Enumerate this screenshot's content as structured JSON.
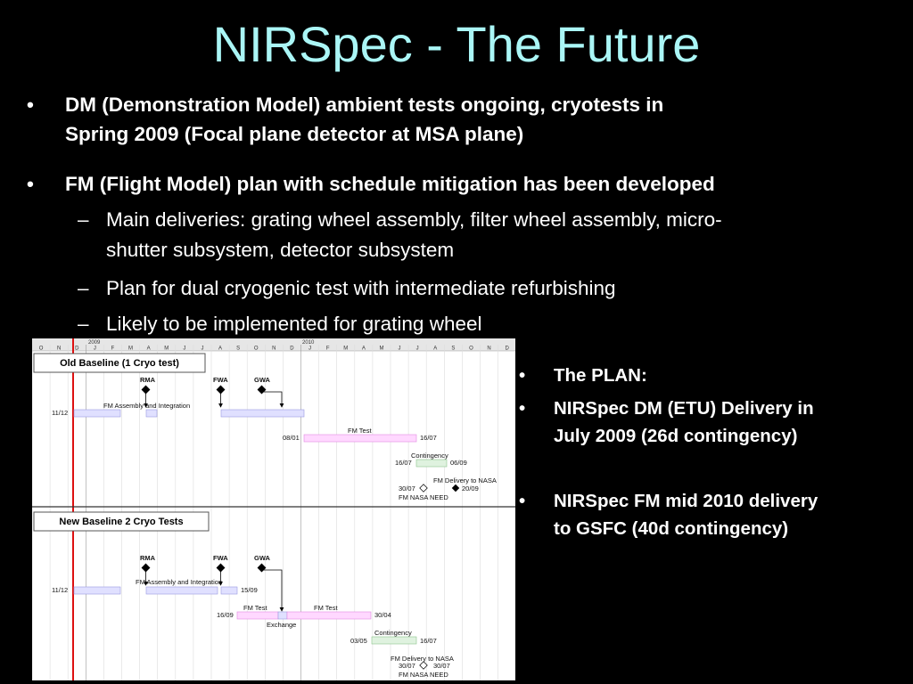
{
  "slide": {
    "title": "NIRSpec - The Future",
    "bullets": [
      {
        "marker": "•",
        "lines": [
          "DM (Demonstration Model) ambient tests ongoing, cryotests in",
          "Spring 2009  (Focal plane detector at MSA plane)"
        ]
      },
      {
        "marker": "•",
        "lines": [
          "FM (Flight Model) plan with schedule mitigation has been  developed"
        ]
      }
    ],
    "sub_bullets": [
      {
        "marker": "–",
        "lines": [
          "Main deliveries: grating wheel assembly, filter wheel assembly, micro-",
          "shutter subsystem, detector subsystem"
        ]
      },
      {
        "marker": "–",
        "lines": [
          "Plan for dual cryogenic test with intermediate refurbishing"
        ]
      },
      {
        "marker": "–",
        "lines": [
          "Likely to be implemented for grating wheel"
        ]
      }
    ],
    "side_bullets": [
      {
        "marker": "•",
        "lines": [
          "The PLAN:"
        ]
      },
      {
        "marker": "•",
        "lines": [
          "NIRSpec DM (ETU) Delivery in",
          "July 2009 (26d contingency)"
        ]
      },
      {
        "marker": "•",
        "lines": [
          "NIRSpec FM  mid 2010 delivery",
          "to GSFC (40d contingency)"
        ]
      }
    ]
  },
  "gantt": {
    "months": [
      "O",
      "N",
      "D",
      "J",
      "F",
      "M",
      "A",
      "M",
      "J",
      "J",
      "A",
      "S",
      "O",
      "N",
      "D",
      "J",
      "F",
      "M",
      "A",
      "M",
      "J",
      "J",
      "A",
      "S",
      "O",
      "N",
      "D"
    ],
    "years": [
      "2009",
      "2010"
    ],
    "old": {
      "box": "Old Baseline (1 Cryo test)",
      "milestones": [
        "RMA",
        "FWA",
        "GWA"
      ],
      "asm_label": "FM Assembly and Integration",
      "start": "11/12",
      "test_label": "FM Test",
      "test_start": "08/01",
      "test_end": "16/07",
      "cont_label": "Contingency",
      "cont_start": "16/07",
      "cont_end": "06/09",
      "deliv_label": "FM Delivery to NASA",
      "deliv_a": "30/07",
      "deliv_b": "20/09",
      "need": "FM NASA NEED"
    },
    "new": {
      "box": "New Baseline 2 Cryo Tests",
      "milestones": [
        "RMA",
        "FWA",
        "GWA"
      ],
      "asm_label": "FM Assembly and Integration",
      "start": "11/12",
      "asm_end": "15/09",
      "test1_label": "FM Test",
      "test2_label": "FM Test",
      "test_start": "16/09",
      "test_end": "30/04",
      "exchange": "Exchange",
      "cont_label": "Contingency",
      "cont_start": "03/05",
      "cont_end": "16/07",
      "deliv_label": "FM Delivery to NASA",
      "deliv_a": "30/07",
      "deliv_b": "30/07",
      "need": "FM NASA NEED"
    }
  }
}
